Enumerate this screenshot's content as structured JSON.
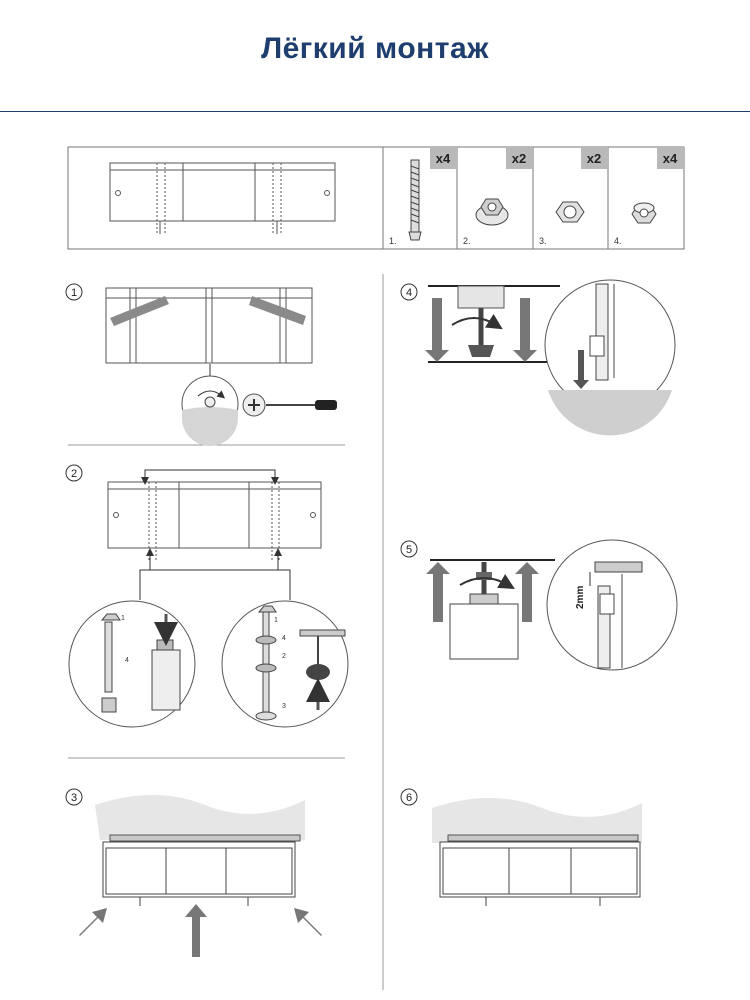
{
  "title": "Лёгкий монтаж",
  "kit": {
    "parts": [
      {
        "qty": "x4",
        "index": "1."
      },
      {
        "qty": "x2",
        "index": "2."
      },
      {
        "qty": "x2",
        "index": "3."
      },
      {
        "qty": "x4",
        "index": "4."
      }
    ]
  },
  "steps": [
    "1",
    "2",
    "3",
    "4",
    "5",
    "6"
  ],
  "callouts": {
    "left": [
      "1",
      "4"
    ],
    "right": [
      "1",
      "4",
      "2",
      "3"
    ]
  },
  "dimension": "2mm",
  "colors": {
    "title": "#1d3e6e",
    "line": "#4a4a4a",
    "arrow": "#6e6e6e",
    "qty_badge": "#b9b9b9"
  }
}
